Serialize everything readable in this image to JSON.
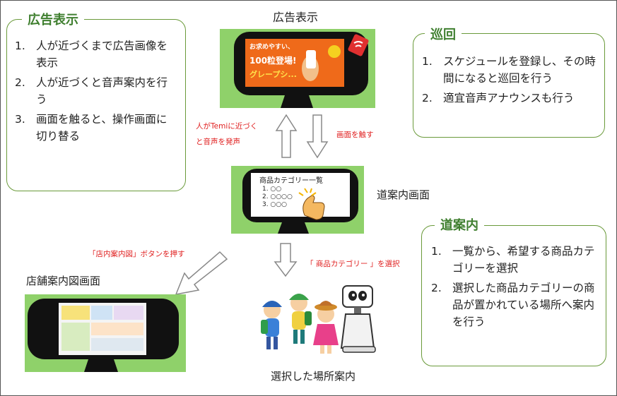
{
  "colors": {
    "green_border": "#6a9a3a",
    "title_green": "#3f7f2f",
    "screen_green": "#8fd16a",
    "red_text": "#e02020",
    "ad_orange": "#ef6a1a"
  },
  "box_ad": {
    "title": "広告表示",
    "items": [
      {
        "num": "1.",
        "text": "人が近づくまで広告画像を表示"
      },
      {
        "num": "2.",
        "text": "人が近づくと音声案内を行う"
      },
      {
        "num": "3.",
        "text": "画面を触ると、操作画面に切り替る"
      }
    ]
  },
  "box_patrol": {
    "title": "巡回",
    "items": [
      {
        "num": "1.",
        "text": "スケジュールを登録し、その時間になると巡回を行う"
      },
      {
        "num": "2.",
        "text": "適宜音声アナウンスも行う"
      }
    ]
  },
  "box_guide": {
    "title": "道案内",
    "items": [
      {
        "num": "1.",
        "text": "一覧から、希望する商品カテゴリーを選択"
      },
      {
        "num": "2.",
        "text": "選択した商品カテゴリーの商品が置かれている場所へ案内を行う"
      }
    ]
  },
  "labels": {
    "ad_display": "広告表示",
    "guide_screen": "道案内画面",
    "store_map_screen": "店舗案内図画面",
    "selected_place_guide": "選択した場所案内"
  },
  "red_labels": {
    "approach_line1": "人がTemiに近づく",
    "approach_line2": "と音声を発声",
    "touch_screen": "画面を触す",
    "store_map_button": "「店内案内図」ボタンを押す",
    "select_category": "「 商品カテゴリー 」を選択"
  },
  "ad_screen": {
    "line1": "お求めやすい、",
    "line2": "100粒登場!",
    "line3": "グレープシ..."
  },
  "guide_screen_content": {
    "title": "商品カテゴリー一覧",
    "rows": [
      {
        "num": "1.",
        "dots": "○○"
      },
      {
        "num": "2.",
        "dots": "○○○○"
      },
      {
        "num": "3.",
        "dots": "○○○"
      }
    ]
  }
}
